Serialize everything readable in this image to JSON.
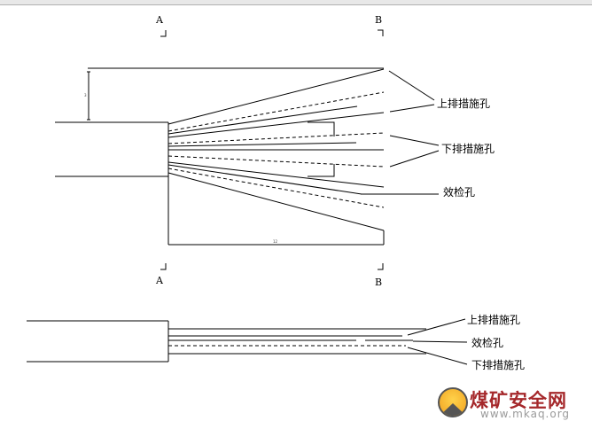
{
  "section_marks": {
    "top_a": "A",
    "top_b": "B",
    "bottom_a": "A",
    "bottom_b": "B"
  },
  "dimensions": {
    "height": "3",
    "length": "12"
  },
  "plan_labels": {
    "upper_row": "上排措施孔",
    "lower_row": "下排措施孔",
    "check_hole": "效检孔"
  },
  "section_labels": {
    "upper_row": "上排措施孔",
    "check_hole": "效检孔",
    "lower_row": "下排措施孔"
  },
  "watermark": {
    "name": "煤矿安全网",
    "url": "www.mkaq.org"
  }
}
